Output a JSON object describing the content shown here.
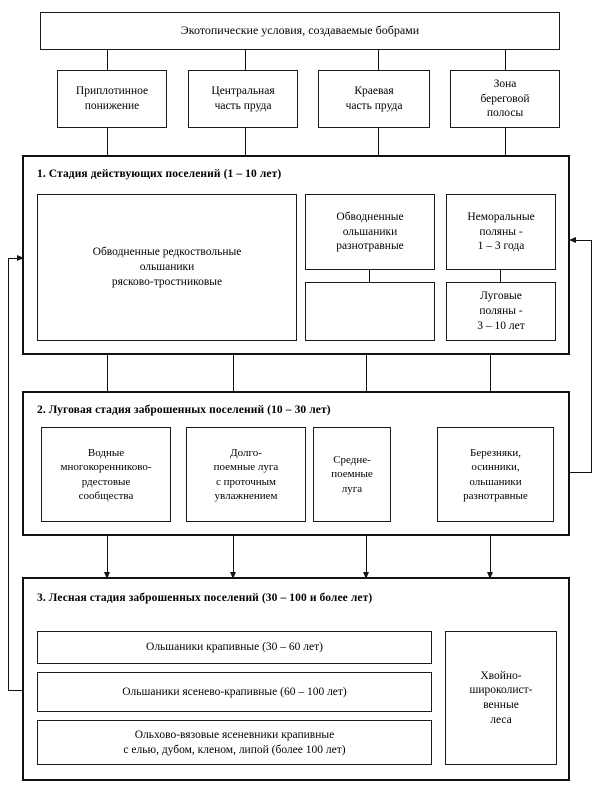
{
  "header": {
    "title": "Экотопические условия, создаваемые бобрами",
    "zones": [
      {
        "label": "Приплотинное\nпонижение"
      },
      {
        "label": "Центральная\nчасть пруда"
      },
      {
        "label": "Краевая\nчасть пруда"
      },
      {
        "label": "Зона\nбереговой\nполосы"
      }
    ]
  },
  "stages": [
    {
      "title": "1. Стадия действующих поселений (1 – 10 лет)",
      "boxes": [
        {
          "label": "Обводненные редкоствольные\nольшаники\nрясково-тростниковые"
        },
        {
          "label": "Обводненные\nольшаники\nразнотравные"
        },
        {
          "label": ""
        },
        {
          "label": "Неморальные\nполяны -\n1 – 3 года"
        },
        {
          "label": "Луговые\nполяны -\n3 – 10 лет"
        }
      ]
    },
    {
      "title": "2. Луговая стадия заброшенных поселений (10 – 30 лет)",
      "boxes": [
        {
          "label": "Водные\nмногокоренниково-\nрдестовые\nсообщества"
        },
        {
          "label": "Долго-\nпоемные луга\nс проточным\nувлажнением"
        },
        {
          "label": "Средне-\nпоемные\nлуга"
        },
        {
          "label": "Березняки,\nосинники,\nольшаники\nразнотравные"
        }
      ]
    },
    {
      "title": "3. Лесная стадия заброшенных поселений (30 – 100 и более лет)",
      "boxes": [
        {
          "label": "Ольшаники крапивные (30 – 60 лет)"
        },
        {
          "label": "Ольшаники ясенево-крапивные (60 – 100 лет)"
        },
        {
          "label": "Ольхово-вязовые ясеневники крапивные\nс елью, дубом, кленом, липой (более 100 лет)"
        },
        {
          "label": "Хвойно-\nшироколист-\nвенные\nлеса"
        }
      ]
    }
  ],
  "colors": {
    "stroke": "#111111",
    "background": "#ffffff",
    "text": "#000000"
  }
}
